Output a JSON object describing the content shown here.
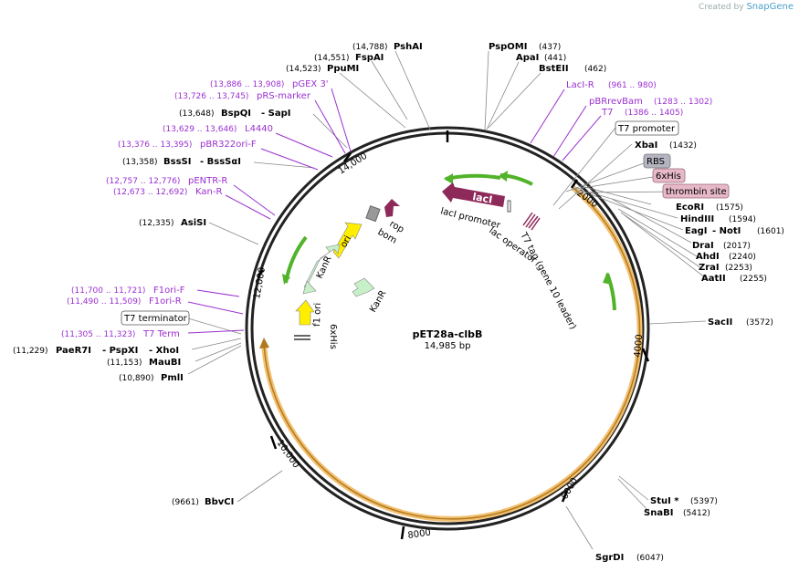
{
  "watermark": {
    "prefix": "Created by",
    "brand": "SnapGene"
  },
  "plasmid": {
    "name": "pET28a-clbB",
    "size": "14,985 bp"
  },
  "tick_labels": [
    "2000",
    "4000",
    "6000",
    "8000",
    "10,000",
    "12,000",
    "14,000"
  ],
  "enzymes": [
    {
      "name": "PshAI",
      "pos": "(14,788)"
    },
    {
      "name": "FspAI",
      "pos": "(14,551)"
    },
    {
      "name": "PpuMI",
      "pos": "(14,523)"
    },
    {
      "name": "BspQI",
      "name2": "SapI",
      "pos": "(13,648)"
    },
    {
      "name": "BssSI",
      "name2": "BssSαI",
      "pos": "(13,358)"
    },
    {
      "name": "AsiSI",
      "pos": "(12,335)"
    },
    {
      "name": "PaeR7I",
      "name2": "PspXI",
      "name3": "XhoI",
      "pos": "(11,229)"
    },
    {
      "name": "MauBI",
      "pos": "(11,153)"
    },
    {
      "name": "PmlI",
      "pos": "(10,890)"
    },
    {
      "name": "BbvCI",
      "pos": "(9661)"
    },
    {
      "name": "PspOMI",
      "pos": "(437)"
    },
    {
      "name": "ApaI",
      "pos": "(441)"
    },
    {
      "name": "BstEII",
      "pos": "(462)"
    },
    {
      "name": "XbaI",
      "pos": "(1432)"
    },
    {
      "name": "EcoRI",
      "pos": "(1575)"
    },
    {
      "name": "HindIII",
      "pos": "(1594)"
    },
    {
      "name": "EagI",
      "name2": "NotI",
      "pos": "(1601)"
    },
    {
      "name": "DraI",
      "pos": "(2017)"
    },
    {
      "name": "AhdI",
      "pos": "(2240)"
    },
    {
      "name": "ZraI",
      "pos": "(2253)"
    },
    {
      "name": "AatII",
      "pos": "(2255)"
    },
    {
      "name": "SacII",
      "pos": "(3572)"
    },
    {
      "name": "StuI *",
      "pos": "(5397)"
    },
    {
      "name": "SnaBI",
      "pos": "(5412)"
    },
    {
      "name": "SgrDI",
      "pos": "(6047)"
    }
  ],
  "primers": [
    {
      "name": "pGEX 3'",
      "pos": "(13,886 .. 13,908)"
    },
    {
      "name": "pRS-marker",
      "pos": "(13,726 .. 13,745)"
    },
    {
      "name": "L4440",
      "pos": "(13,629 .. 13,646)"
    },
    {
      "name": "pBR322ori-F",
      "pos": "(13,376 .. 13,395)"
    },
    {
      "name": "pENTR-R",
      "pos": "(12,757 .. 12,776)"
    },
    {
      "name": "Kan-R",
      "pos": "(12,673 .. 12,692)"
    },
    {
      "name": "F1ori-F",
      "pos": "(11,700 .. 11,721)"
    },
    {
      "name": "F1ori-R",
      "pos": "(11,490 .. 11,509)"
    },
    {
      "name": "T7 Term",
      "pos": "(11,305 .. 11,323)"
    },
    {
      "name": "LacI-R",
      "pos": "(961 .. 980)"
    },
    {
      "name": "pBRrevBam",
      "pos": "(1283 .. 1302)"
    },
    {
      "name": "T7",
      "pos": "(1386 .. 1405)"
    }
  ],
  "boxed": [
    {
      "name": "T7 terminator"
    },
    {
      "name": "T7 promoter"
    },
    {
      "name": "RBS"
    },
    {
      "name": "6xHis"
    },
    {
      "name": "thrombin site"
    }
  ],
  "features": {
    "lacI": "lacI",
    "lac_promoter": "lacI promoter",
    "lac_operator": "lac operator",
    "t7_tag": "T7 tag (gene 10 leader)",
    "rop": "rop",
    "bom": "bom",
    "ori": "ori",
    "kanR_outer": "KanR",
    "kanR_inner": "KanR",
    "f1_ori": "f1 ori",
    "his_inner": "6xHis"
  },
  "colors": {
    "accent_purple": "#9b30d0",
    "lacI": "#8e2a5a",
    "orf": "#f0b050",
    "arrow_green": "#52b32a",
    "ori_yellow": "#ffee00",
    "kan_green": "#c8f0c8"
  }
}
